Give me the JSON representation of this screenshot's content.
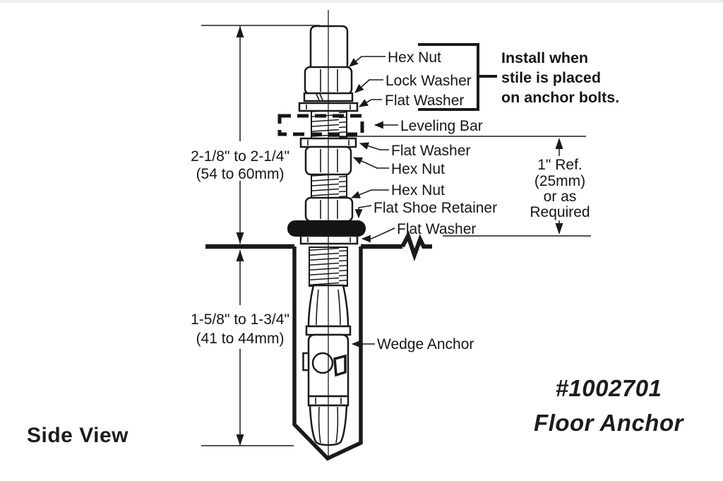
{
  "page": {
    "background": "#ffffff",
    "ink": "#1a1a1a"
  },
  "diagram": {
    "view_label": "Side View",
    "part_number": "#1002701",
    "part_name": "Floor Anchor",
    "install_note": {
      "line1": "Install when",
      "line2": "stile is placed",
      "line3": "on anchor bolts."
    },
    "labels": {
      "hex_nut_top": "Hex Nut",
      "lock_washer": "Lock Washer",
      "flat_washer_top": "Flat Washer",
      "leveling_bar": "Leveling Bar",
      "flat_washer_mid": "Flat Washer",
      "hex_nut_mid": "Hex Nut",
      "hex_nut_lower": "Hex Nut",
      "flat_shoe_retainer": "Flat Shoe Retainer",
      "flat_washer_floor": "Flat Washer",
      "wedge_anchor": "Wedge Anchor"
    },
    "dimensions": {
      "exposure": {
        "imperial": "2-1/8\" to 2-1/4\"",
        "metric": "(54 to 60mm)"
      },
      "embedment": {
        "imperial": "1-5/8\" to 1-3/4\"",
        "metric": "(41 to 44mm)"
      },
      "reference": {
        "line1": "1\" Ref.",
        "line2": "(25mm)",
        "line3": "or as",
        "line4": "Required"
      }
    }
  }
}
